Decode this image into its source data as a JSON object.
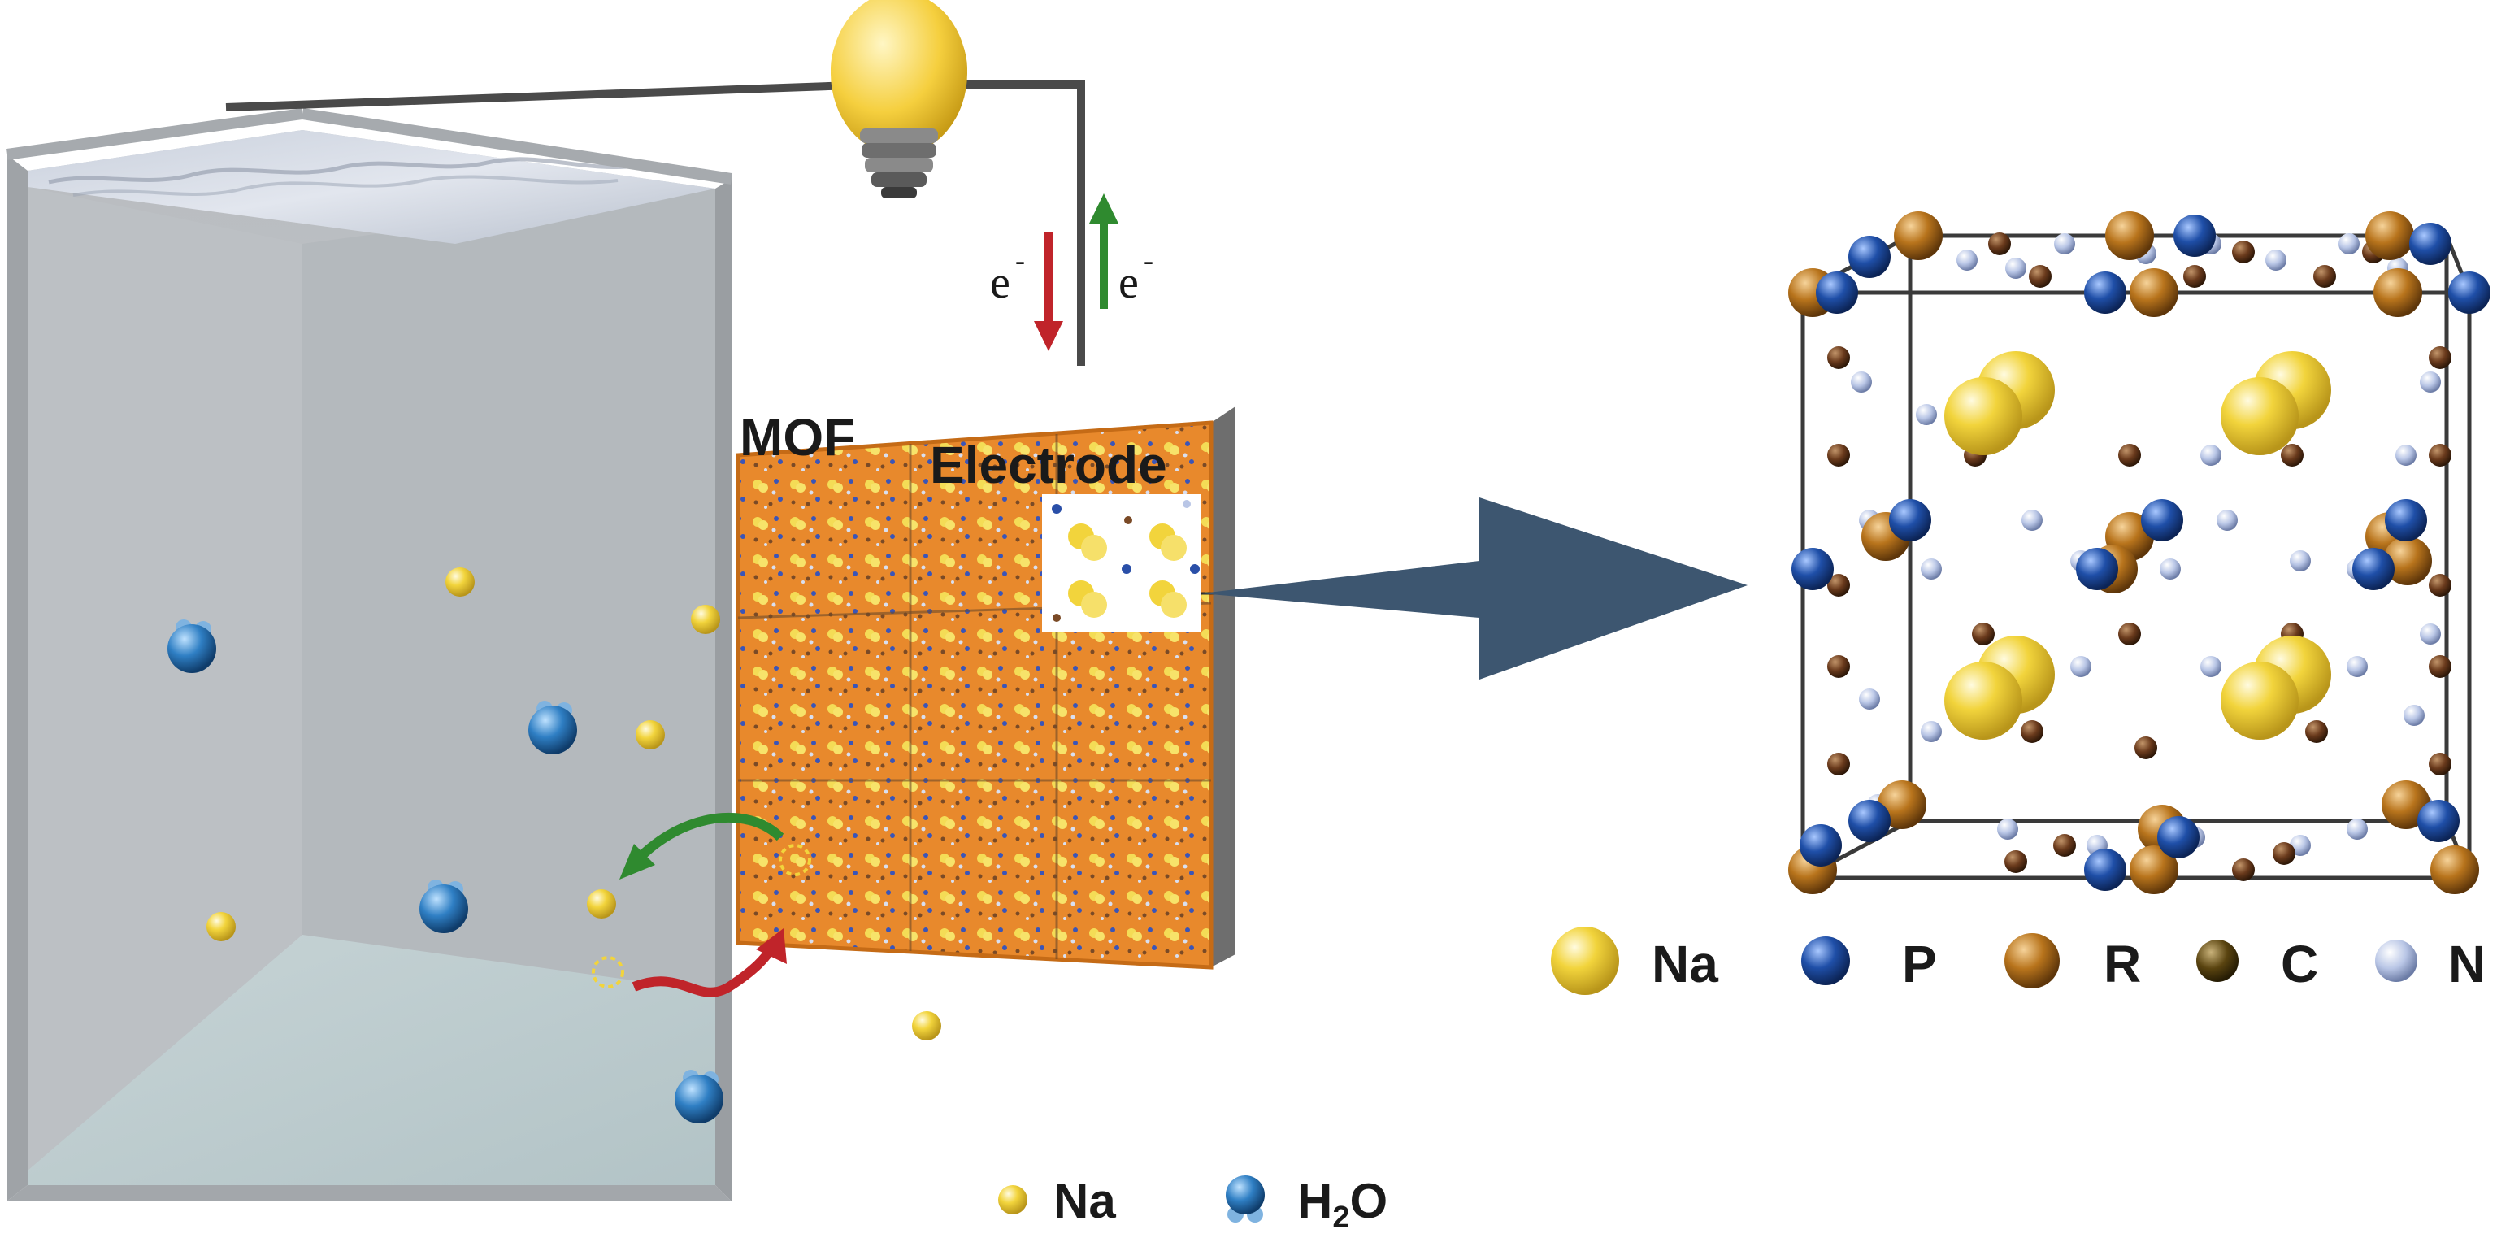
{
  "electrode_label": {
    "mof": "MOF",
    "electrode": "Electrode"
  },
  "electron_labels": {
    "down": "e",
    "up": "e",
    "sup": "-"
  },
  "cell_legend": {
    "na": "Na",
    "h2o_h": "H",
    "h2o_sub": "2",
    "h2o_o": "O"
  },
  "crystal_legend": [
    {
      "key": "na",
      "label": "Na",
      "color": "#f2d43c"
    },
    {
      "key": "p",
      "label": "P",
      "color": "#1f4fa8"
    },
    {
      "key": "r",
      "label": "R",
      "color": "#b8741c"
    },
    {
      "key": "c",
      "label": "C",
      "color": "#5a4410"
    },
    {
      "key": "n",
      "label": "N",
      "color": "#b9c6e6"
    }
  ],
  "colors": {
    "sodium": "#f2d43c",
    "water": "#2f7fc4",
    "electrode": "#e8892c",
    "arrow_in": "#c0242a",
    "arrow_out": "#2f8a2f",
    "big_arrow": "#3d5670"
  }
}
